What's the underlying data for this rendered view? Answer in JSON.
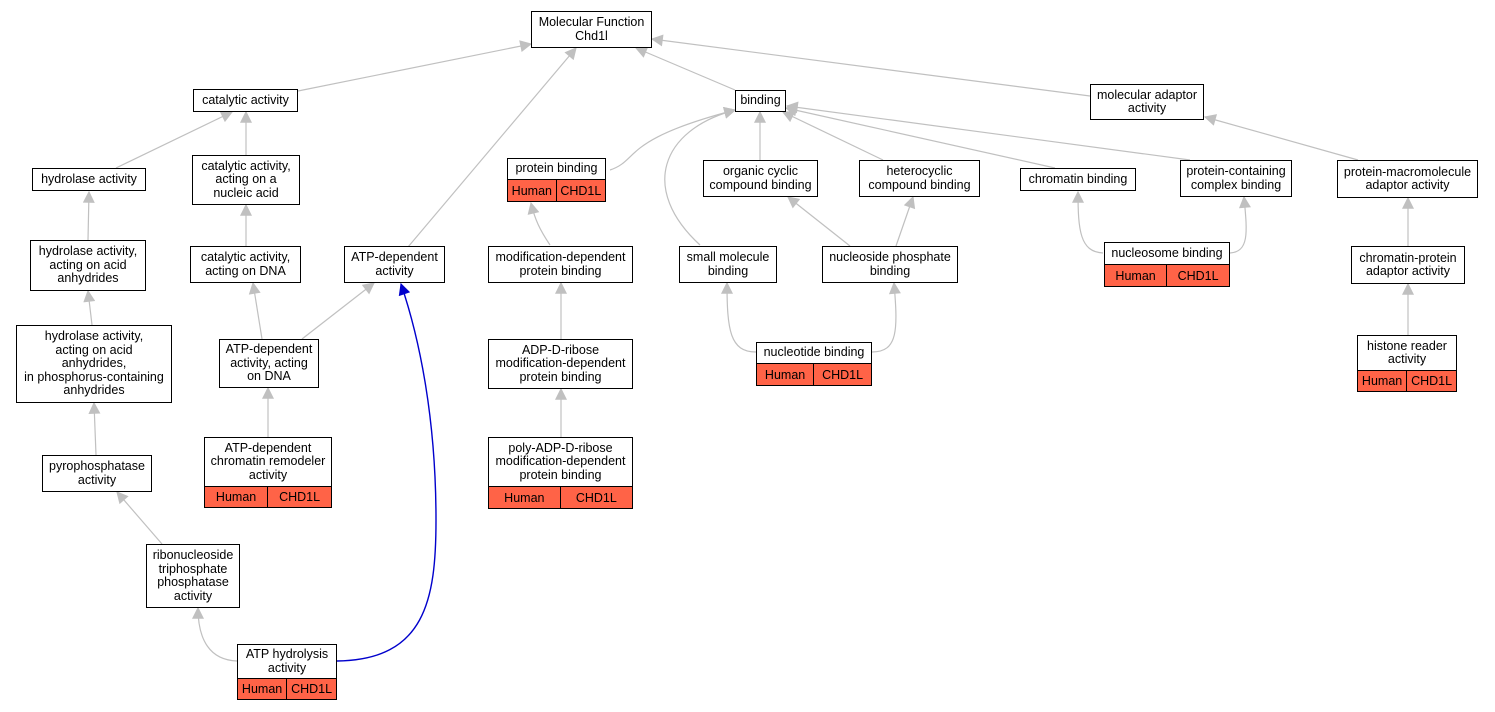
{
  "colors": {
    "edge": "#c0c0c0",
    "highlight_edge": "#0000cc",
    "annotation_fill": "#ff6347",
    "node_border": "#000000",
    "node_fill": "#ffffff"
  },
  "nodes": {
    "mf": "Molecular Function\nChd1l",
    "catalytic": "catalytic activity",
    "binding": "binding",
    "adaptor": "molecular adaptor\nactivity",
    "hydrolase": "hydrolase activity",
    "cat_nucleic": "catalytic activity,\nacting on a\nnucleic acid",
    "protein_binding": "protein binding",
    "organic": "organic cyclic\ncompound binding",
    "heterocyclic": "heterocyclic\ncompound binding",
    "chromatin_binding": "chromatin binding",
    "complex_binding": "protein-containing\ncomplex binding",
    "pm_adaptor": "protein-macromolecule\nadaptor activity",
    "hyd_acid": "hydrolase activity,\nacting on acid\nanhydrides",
    "cat_dna": "catalytic activity,\nacting on DNA",
    "atp_dep": "ATP-dependent\nactivity",
    "mod_dep": "modification-dependent\nprotein binding",
    "small_mol": "small molecule\nbinding",
    "nuc_phos": "nucleoside phosphate\nbinding",
    "nucleosome": "nucleosome binding",
    "chrom_adaptor": "chromatin-protein\nadaptor activity",
    "hyd_phos": "hydrolase activity,\nacting on acid\nanhydrides,\nin phosphorus-containing\nanhydrides",
    "atp_dna": "ATP-dependent\nactivity, acting\non DNA",
    "adp_ribose": "ADP-D-ribose\nmodification-dependent\nprotein binding",
    "nucleotide": "nucleotide binding",
    "histone": "histone reader\nactivity",
    "atp_remodel": "ATP-dependent\nchromatin remodeler\nactivity",
    "poly_adp": "poly-ADP-D-ribose\nmodification-dependent\nprotein binding",
    "pyro": "pyrophosphatase\nactivity",
    "ribo": "ribonucleoside\ntriphosphate\nphosphatase\nactivity",
    "atp_hyd": "ATP hydrolysis\nactivity"
  },
  "annotation": {
    "species": "Human",
    "gene": "CHD1L"
  }
}
